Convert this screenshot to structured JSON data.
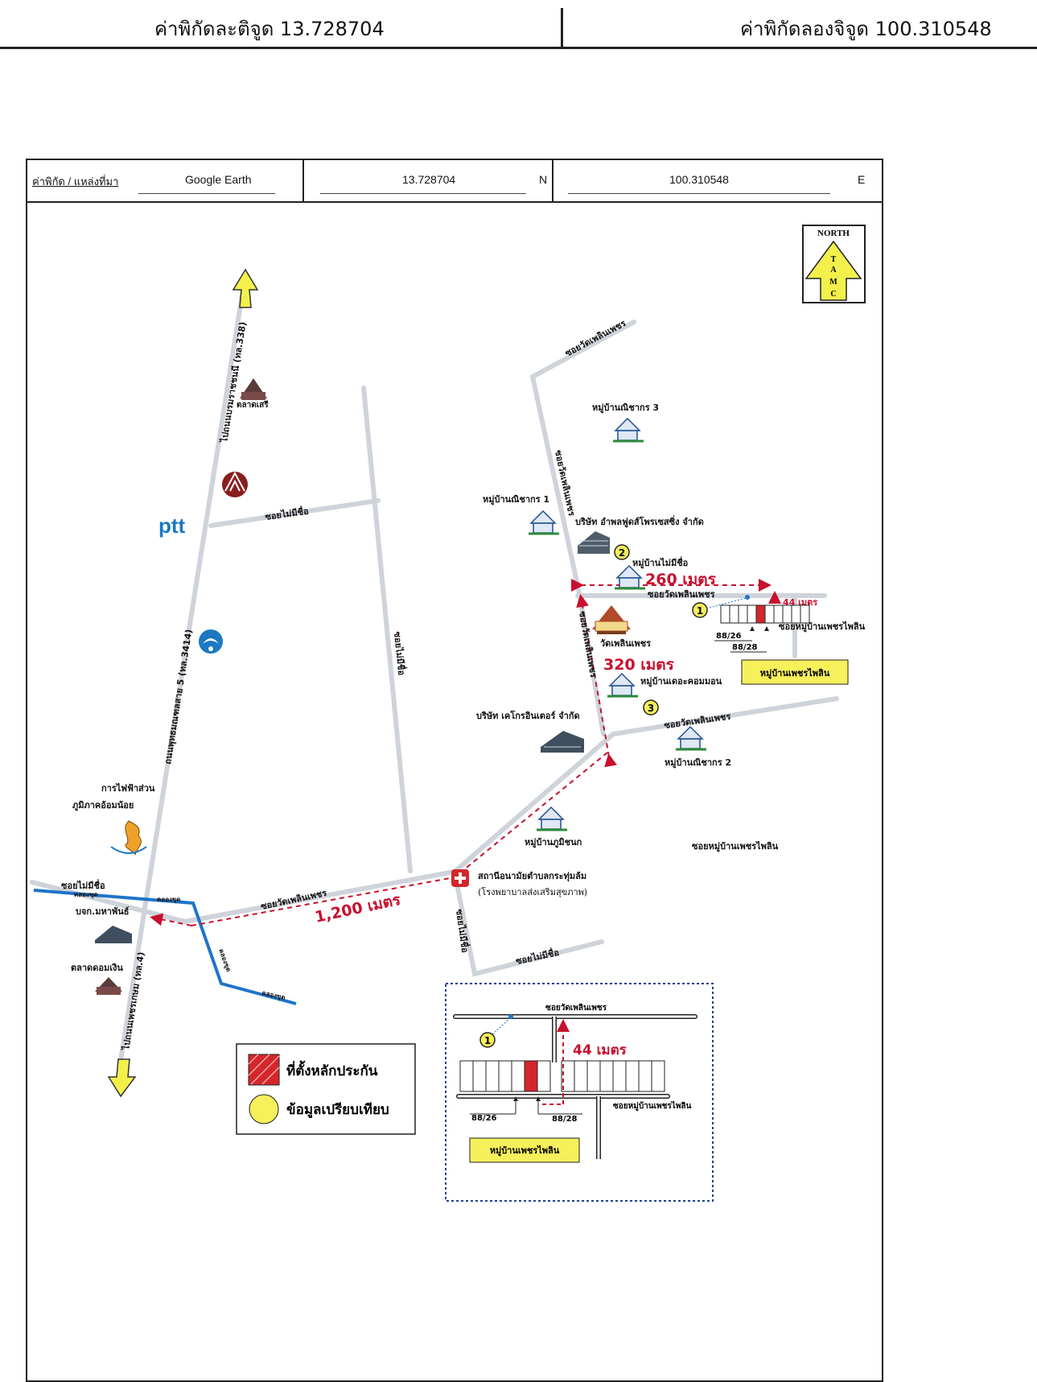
{
  "top": {
    "lat_label": "ค่าพิกัดละติจูด 13.728704",
    "lng_label": "ค่าพิกัดลองจิจูด 100.310548"
  },
  "header": {
    "source_label": "ค่าพิกัด / แหล่งที่มา",
    "source_value": "Google Earth",
    "lat": "13.728704",
    "lat_dir": "N",
    "lng": "100.310548",
    "lng_dir": "E"
  },
  "compass": {
    "north": "NORTH",
    "letters": [
      "T",
      "A",
      "M",
      "C"
    ]
  },
  "roads": {
    "wat_phloen_phet_top": "ซอยวัดเพลินเพชร",
    "wat_phloen_phet_vert": "ซอยวัดเพลินเพชร",
    "wat_phloen_phet_mid": "ซอยวัดเพลินเพชร",
    "wat_phloen_phet_lower": "ซอยวัดเพลินเพชร",
    "wat_phloen_phet_left": "ซอยวัดเพลินเพชร",
    "wat_phloen_phet_vert2": "ซอยวัดเพลินเพชร",
    "no_name_1": "ซอยไม่มีชื่อ",
    "no_name_2": "ซอยไม่มีชื่อ",
    "no_name_3": "ซอยไม่มีชื่อ",
    "no_name_4": "ซอยไม่มีชื่อ",
    "no_name_5": "ซอยไม่มีชื่อ",
    "moo_ban_phet_phloen": "ซอยหมู่บ้านเพชรไพลิน",
    "moo_ban_phet_phloen_road": "ซอยหมู่บ้านเพชรไพลิน",
    "borommaratchachonnani": "ไปถนนบรมราชชนนี (ทล.338)",
    "phutthamonthon": "ถนนพุทธมณฑลสาย 5 (ทล.3414)",
    "phetkasem": "ไปถนนเพชรเกษม (ทล.4)",
    "canal_1": "คลองขุด",
    "canal_2": "คลองขุด",
    "canal_3": "คลองขุด",
    "canal_4": "คลองขุด"
  },
  "places": {
    "talat_seri": "ตลาดเสรี",
    "village_3": "หมู่บ้านณิชากร 3",
    "village_1": "หมู่บ้านณิชากร 1",
    "company_ampol": "บริษัท อำพลฟูดส์โพรเซสซิ่ง จำกัด",
    "village_noname": "หมู่บ้านไม่มีชื่อ",
    "wat": "วัดเพลินเพชร",
    "village_the_common": "หมู่บ้านเดอะคอมมอน",
    "company_kc": "บริษัท เคโกรอินเตอร์ จำกัด",
    "village_2": "หมู่บ้านณิชากร 2",
    "electricity": "การไฟฟ้าส่วน\nภูมิภาคอ้อมน้อย",
    "village_phumichok": "หมู่บ้านภูมิชนก",
    "health_station": "สถานีอนามัยตำบลกระทุ่มล้ม",
    "health_station_sub": "(โรงพยาบาลส่งเสริมสุขภาพ)",
    "mahaphan": "บจก.มหาพันธ์",
    "talat_om_ngoen": "ตลาดดอมเงิน",
    "village_phet_phloen": "หมู่บ้านเพชรไพลิน",
    "ptt": "ptt"
  },
  "distances": {
    "d260": "260 เมตร",
    "d320": "320 เมตร",
    "d1200": "1,200 เมตร",
    "d44": "44 เมตร"
  },
  "markers": {
    "m1": "1",
    "m2": "2",
    "m3": "3"
  },
  "plots": {
    "p1": "88/26",
    "p2": "88/28"
  },
  "inset": {
    "road_top": "ซอยวัดเพลินเพชร",
    "road_right": "ซอยหมู่บ้านเพชรไพลิน",
    "distance": "44 เมตร",
    "plot_a": "88/26",
    "plot_b": "88/28",
    "village": "หมู่บ้านเพชรไพลิน",
    "marker": "1"
  },
  "legend": {
    "collateral": "ที่ตั้งหลักประกัน",
    "comparison": "ข้อมูลเปรียบเทียบ"
  },
  "colors": {
    "road": "#cfd3da",
    "canal": "#1f74c8",
    "route": "#c8102e",
    "legend_red": "#d4262b",
    "marker_yellow": "#f6f05a",
    "arrow_yellow": "#f3f04c"
  }
}
